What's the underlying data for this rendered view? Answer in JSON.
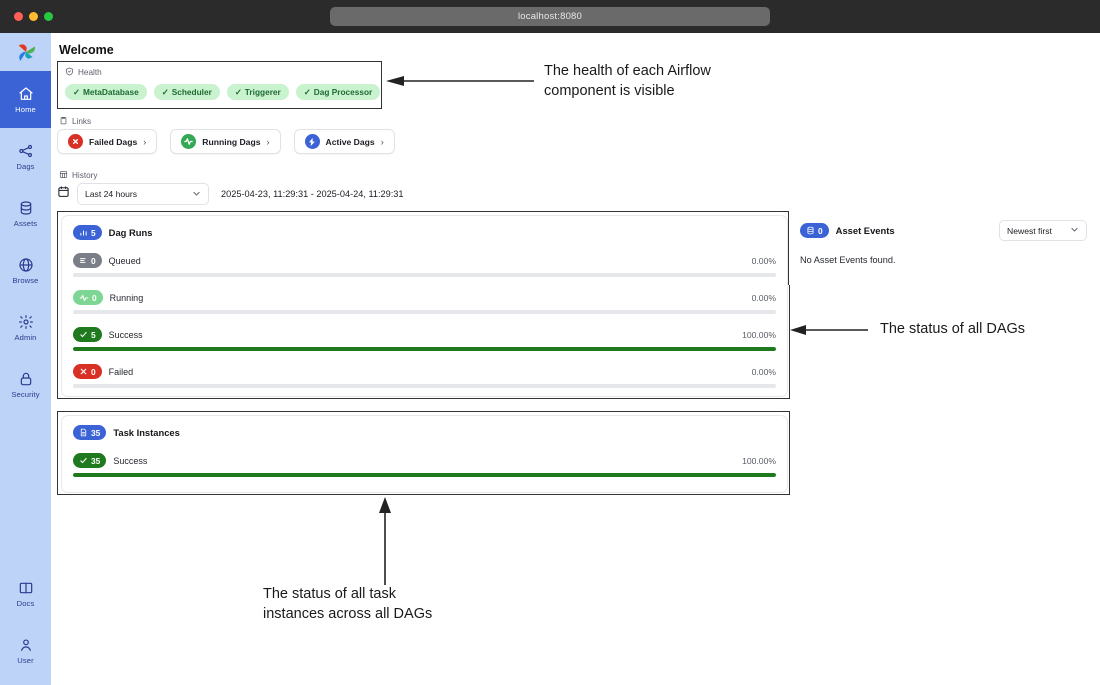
{
  "browser": {
    "url": "localhost:8080"
  },
  "sidebar": {
    "logo": "airflow-pinwheel-logo",
    "items": [
      {
        "label": "Home",
        "icon": "home-icon",
        "active": true
      },
      {
        "label": "Dags",
        "icon": "dags-icon",
        "active": false
      },
      {
        "label": "Assets",
        "icon": "assets-icon",
        "active": false
      },
      {
        "label": "Browse",
        "icon": "globe-icon",
        "active": false
      },
      {
        "label": "Admin",
        "icon": "gear-icon",
        "active": false
      },
      {
        "label": "Security",
        "icon": "lock-icon",
        "active": false
      }
    ],
    "bottom_items": [
      {
        "label": "Docs",
        "icon": "book-icon"
      },
      {
        "label": "User",
        "icon": "user-icon"
      }
    ]
  },
  "main": {
    "page_title": "Welcome",
    "health": {
      "label": "Health",
      "icon": "shield-check-icon",
      "components": [
        {
          "name": "MetaDatabase",
          "status_icon": "check-icon"
        },
        {
          "name": "Scheduler",
          "status_icon": "check-icon"
        },
        {
          "name": "Triggerer",
          "status_icon": "check-icon"
        },
        {
          "name": "Dag Processor",
          "status_icon": "check-icon"
        }
      ]
    },
    "links": {
      "label": "Links",
      "icon": "clipboard-icon",
      "items": [
        {
          "label": "Failed Dags",
          "icon": "x-circle-icon",
          "color": "#d93025",
          "chevron": "›"
        },
        {
          "label": "Running Dags",
          "icon": "pulse-circle-icon",
          "color": "#34a853",
          "chevron": "›"
        },
        {
          "label": "Active Dags",
          "icon": "bolt-circle-icon",
          "color": "#3b63d6",
          "chevron": "›"
        }
      ]
    },
    "history": {
      "label": "History",
      "icon": "history-icon",
      "calendar_icon": "calendar-icon",
      "select_value": "Last 24 hours",
      "select_options": [
        "Last 24 hours"
      ],
      "chevron_icon": "chevron-down-icon",
      "range_text": "2025-04-23, 11:29:31 - 2025-04-24, 11:29:31"
    },
    "dag_runs": {
      "title": "Dag Runs",
      "total": "5",
      "title_icon": "bar-chart-icon",
      "title_badge_color": "#3b63d6",
      "rows": [
        {
          "label": "Queued",
          "count": "0",
          "percent": "0.00%",
          "fill": 0,
          "badge_color": "#7a7f87",
          "text_color": "#ffffff",
          "icon": "queued-icon"
        },
        {
          "label": "Running",
          "count": "0",
          "percent": "0.00%",
          "fill": 0,
          "badge_color": "#7ed694",
          "text_color": "#ffffff",
          "icon": "pulse-icon"
        },
        {
          "label": "Success",
          "count": "5",
          "percent": "100.00%",
          "fill": 100,
          "badge_color": "#1f7a1f",
          "text_color": "#ffffff",
          "icon": "check-icon"
        },
        {
          "label": "Failed",
          "count": "0",
          "percent": "0.00%",
          "fill": 0,
          "badge_color": "#d93025",
          "text_color": "#ffffff",
          "icon": "x-icon"
        }
      ]
    },
    "task_instances": {
      "title": "Task Instances",
      "total": "35",
      "title_icon": "task-icon",
      "title_badge_color": "#3b63d6",
      "rows": [
        {
          "label": "Success",
          "count": "35",
          "percent": "100.00%",
          "fill": 100,
          "badge_color": "#1f7a1f",
          "text_color": "#ffffff",
          "icon": "check-icon"
        }
      ]
    },
    "asset_events": {
      "title": "Asset Events",
      "total": "0",
      "title_icon": "database-icon",
      "title_badge_color": "#3b63d6",
      "sort_value": "Newest first",
      "sort_options": [
        "Newest first"
      ],
      "chevron_icon": "chevron-down-icon",
      "empty_text": "No Asset Events found."
    }
  },
  "annotations": [
    {
      "id": "health-note",
      "text_line1": "The health of each Airflow",
      "text_line2": "component is visible"
    },
    {
      "id": "dags-note",
      "text_line1": "The status of all DAGs",
      "text_line2": ""
    },
    {
      "id": "ti-note",
      "text_line1": "The status of all task",
      "text_line2": "instances across all DAGs"
    }
  ],
  "colors": {
    "accent_blue": "#3b63d6",
    "sidebar_bg": "#bdd3f7",
    "success_green": "#1f7a1f",
    "pill_green_bg": "#c9f2cf",
    "pill_green_text": "#1f6b32",
    "danger_red": "#d93025",
    "bar_track": "#e6e7ea"
  }
}
